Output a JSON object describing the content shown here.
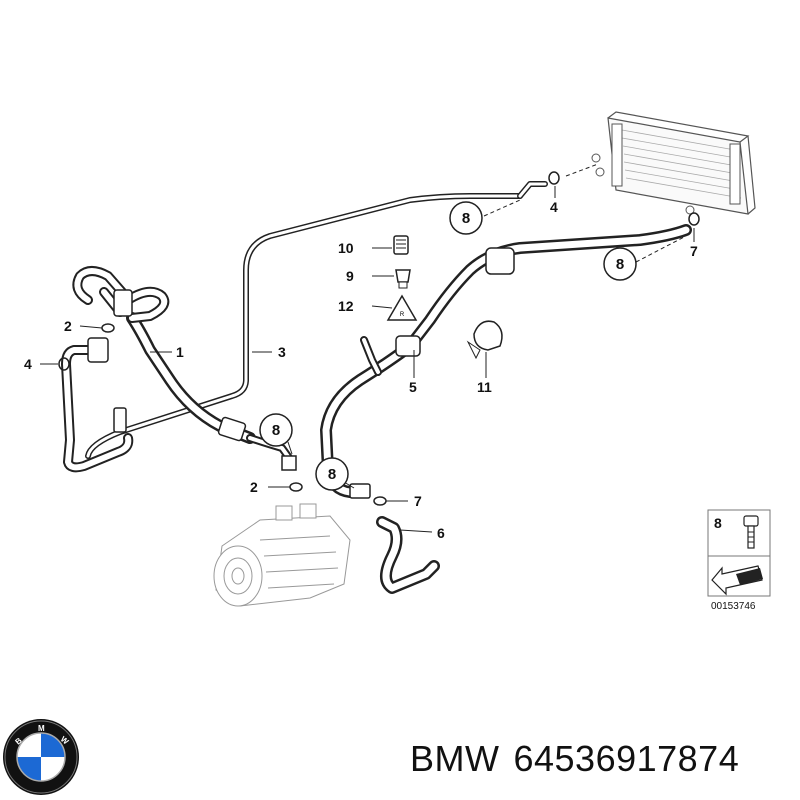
{
  "callouts": {
    "c1": "1",
    "c2a": "2",
    "c2b": "2",
    "c3": "3",
    "c4a": "4",
    "c4b": "4",
    "c5": "5",
    "c6": "6",
    "c7a": "7",
    "c7b": "7",
    "c9": "9",
    "c10": "10",
    "c11": "11",
    "c12": "12",
    "circle8a": "8",
    "circle8b": "8",
    "circle8c": "8",
    "circle8d": "8"
  },
  "legend_box": {
    "label": "8",
    "part_code": "00153746"
  },
  "logo": {
    "brand_letters": "BMW",
    "colors": {
      "ring": "#111111",
      "blue": "#1c69d4",
      "white": "#ffffff"
    }
  },
  "caption": {
    "brand": "BMW",
    "part_number": "64536917874"
  }
}
